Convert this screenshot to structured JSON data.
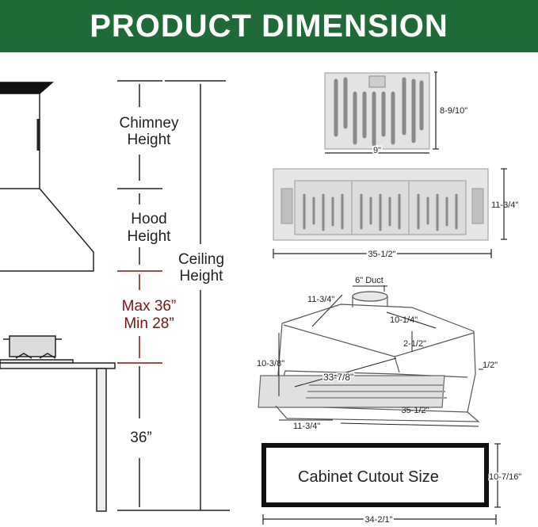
{
  "header": {
    "title": "PRODUCT DIMENSION"
  },
  "colors": {
    "header_bg": "#1e6b37",
    "accent_red": "#7a1414",
    "line": "#222222",
    "steel": "#d9d9d9"
  },
  "left_diagram": {
    "chimney_line1": "Chimney",
    "chimney_line2": "Height",
    "hood_line1": "Hood",
    "hood_line2": "Height",
    "ceiling_line1": "Ceiling",
    "ceiling_line2": "Height",
    "max_label": "Max 36”",
    "min_label": "Min 28”",
    "counter_label": "36”"
  },
  "filter_view": {
    "height": "8-9/10\"",
    "width": "9\""
  },
  "front_view": {
    "height": "11-3/4\"",
    "width": "35-1/2\""
  },
  "perspective_view": {
    "duct": "6\" Duct",
    "depth_top": "11-3/4\"",
    "depth_inner": "10-1/4\"",
    "offset": "2-1/2\"",
    "height": "10-3/8\"",
    "inner_width": "33-7/8\"",
    "lip": "1/2\"",
    "front_width": "35-1/2\"",
    "bottom_depth": "11-3/4\""
  },
  "cutout": {
    "label": "Cabinet Cutout Size",
    "height": "10-7/16\"",
    "width": "34-2/1\""
  }
}
